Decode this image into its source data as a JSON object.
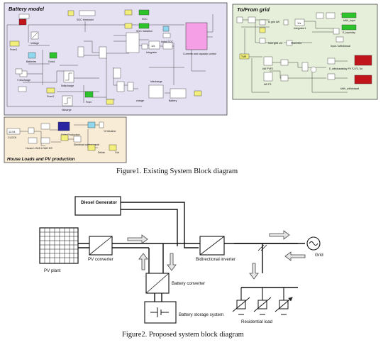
{
  "figure1": {
    "caption": "Figure1. Existing System Block diagram",
    "battery_panel": {
      "title": "Battery model",
      "labels": {
        "soc_threshold": "SOC threshold",
        "soc_variation": "SOC Variation",
        "soc": "SOC",
        "initial_soc": "Initial SOC",
        "voltage": "Voltage",
        "batteries": "Batteries",
        "v_discharge": "V discharge",
        "ndischarge": "Ndischarge",
        "ncharge": "Ncharge",
        "from": "From",
        "integrator": "Integrator",
        "currents_panel": "Currents and capacity control",
        "battery": "Battery",
        "charge": "charge",
        "idischarge": "Idischarge",
        "from1": "From1",
        "from2": "From2",
        "goto1": "Goto1"
      }
    },
    "grid_panel": {
      "title": "To/From grid",
      "labels": {
        "to_grid_kw": "to grid kW",
        "from_grid_kw": "from grid kW",
        "from_grid": "FromGrid",
        "integrator1": "Integrator1",
        "kwh_input": "kWh_input",
        "e_inputday": "E_inputday",
        "input_withdrawal": "input / withdrawal",
        "e_withdrawalday": "E_withdrawalday PV F2-F3-Tot",
        "kwh_withdrawal": "kWh_withdrawal",
        "kw_f3": "kW F3",
        "kw_pvf2": "kW PVF2",
        "tmr": "TMR"
      }
    },
    "house_panel": {
      "title": "House Loads and PV production",
      "labels": {
        "clock": "CLOCK",
        "clock_value": "12:54",
        "house_load": "House LOAD",
        "load_ds": "LOAD DS",
        "solar_production": "Solar Production",
        "electrical_control_panel": "Electrical control panel",
        "weather": "% Weather",
        "divide": "Divide",
        "out": "Out"
      }
    }
  },
  "figure2": {
    "caption": "Figure2. Proposed system block diagram",
    "labels": {
      "diesel_generator": "Diesel Generator",
      "pv_plant": "PV plant",
      "pv_converter": "PV converter",
      "bidirectional_inverter": "Bidirectional inverter",
      "grid": "Grid",
      "battery_converter": "Battery converter",
      "battery_storage_system": "Battery storage system",
      "residential_load": "Residential load"
    }
  },
  "colors": {
    "battery_panel_bg": "#e5e1f3",
    "grid_panel_bg": "#e6efd9",
    "house_panel_bg": "#f8ecd6",
    "pink_block": "#f5a0e6",
    "red_block": "#c0151b",
    "green_block": "#2cc42a",
    "yellow_block": "#f2ef7c",
    "cyan_block": "#8fd8ef"
  }
}
